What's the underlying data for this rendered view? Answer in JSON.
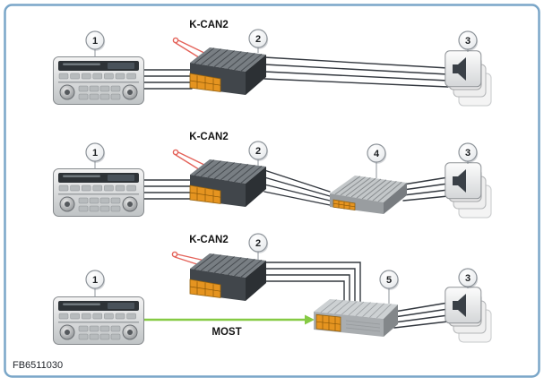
{
  "diagram": {
    "figure_code": "FB6511030",
    "bus_labels": {
      "kcan2": "K-CAN2",
      "most": "MOST"
    },
    "callouts": {
      "radio": "1",
      "junction_box": "2",
      "speakers": "3",
      "amplifier": "4",
      "most_amplifier": "5"
    },
    "variants": [
      {
        "callout_sequence": [
          "1",
          "2",
          "3"
        ],
        "bus_labels_shown": [
          "K-CAN2"
        ]
      },
      {
        "callout_sequence": [
          "1",
          "2",
          "4",
          "3"
        ],
        "bus_labels_shown": [
          "K-CAN2"
        ]
      },
      {
        "callout_sequence": [
          "1",
          "2",
          "5",
          "3"
        ],
        "bus_labels_shown": [
          "K-CAN2",
          "MOST"
        ]
      }
    ],
    "colors": {
      "frame": "#7aa6c8",
      "wire": "#33383f",
      "kcan2": "#e4635a",
      "most": "#86ca44",
      "connector": "#e59420"
    }
  }
}
